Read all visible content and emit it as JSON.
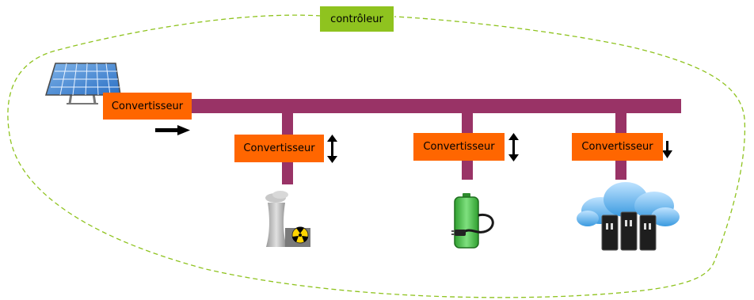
{
  "controller": {
    "label": "contrôleur"
  },
  "converters": [
    {
      "label": "Convertisseur",
      "source": "solar-panel",
      "flow": "one-way-to-bus"
    },
    {
      "label": "Convertisseur",
      "source": "nuclear-plant",
      "flow": "bidirectional"
    },
    {
      "label": "Convertisseur",
      "source": "battery",
      "flow": "bidirectional"
    },
    {
      "label": "Convertisseur",
      "source": "cloud-servers",
      "flow": "one-way-to-load"
    }
  ],
  "icons": [
    "solar-panel-icon",
    "nuclear-plant-icon",
    "battery-plug-icon",
    "cloud-servers-icon",
    "arrow-right-icon",
    "double-arrow-icon",
    "down-arrow-icon"
  ],
  "colors": {
    "bus": "#993366",
    "converter": "#ff6600",
    "controller": "#8fc31f",
    "boundary": "#8fc31f"
  }
}
